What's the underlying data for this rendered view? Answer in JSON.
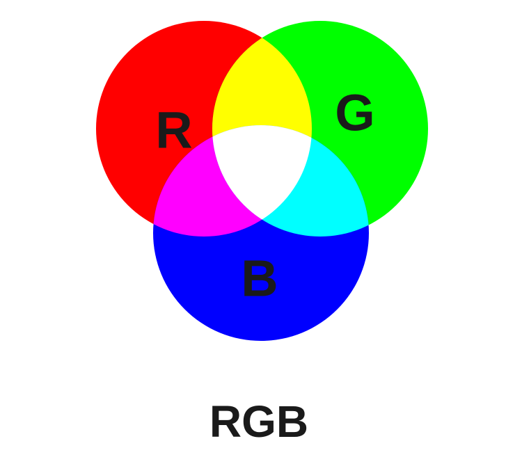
{
  "diagram": {
    "caption": "RGB",
    "circles": [
      {
        "key": "red",
        "label": "R",
        "color": "#ff0000"
      },
      {
        "key": "green",
        "label": "G",
        "color": "#00ff00"
      },
      {
        "key": "blue",
        "label": "B",
        "color": "#0000ff"
      }
    ],
    "overlaps": {
      "red_green": "#ffff00",
      "red_blue": "#ff00ff",
      "green_blue": "#00ffff",
      "all": "#ffffff"
    }
  }
}
